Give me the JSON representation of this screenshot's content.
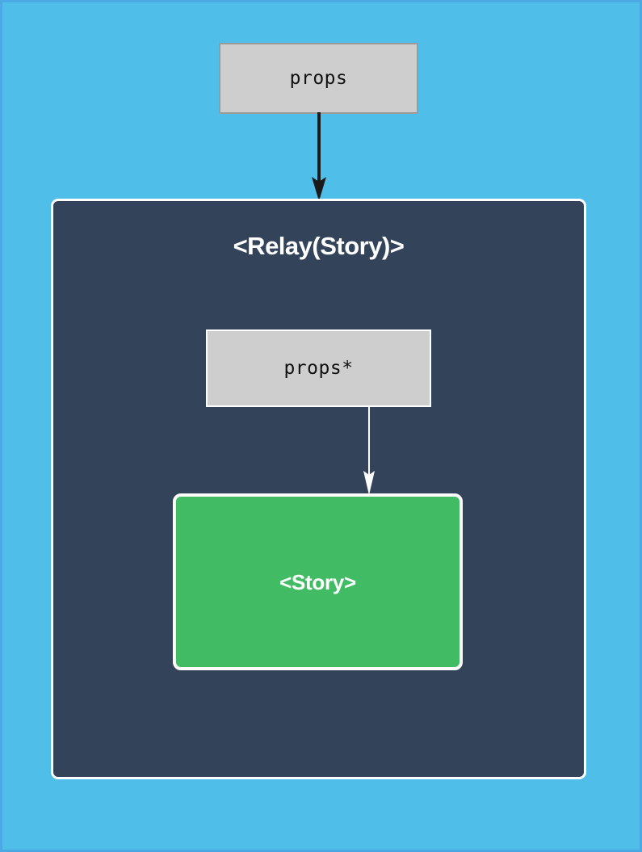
{
  "diagram": {
    "type": "component-hierarchy",
    "background_color": "#4FBEE8",
    "border_color": "#4CA8E2",
    "title": "Relay Story component props flow",
    "nodes": [
      {
        "id": "props-outer",
        "label": "props",
        "shape": "rectangle",
        "fill_color": "#CECECE",
        "border_color": "#9A9A9A",
        "text_color": "#111111",
        "font": "monospace"
      },
      {
        "id": "relay-container",
        "label": "<Relay(Story)>",
        "shape": "rounded-rectangle",
        "fill_color": "#33435A",
        "border_color": "#FFFFFF",
        "text_color": "#FFFFFF",
        "font": "sans-serif-bold"
      },
      {
        "id": "props-inner",
        "label": "props*",
        "shape": "rectangle",
        "fill_color": "#CECECE",
        "border_color": "#FFFFFF",
        "text_color": "#111111",
        "font": "monospace"
      },
      {
        "id": "story-box",
        "label": "<Story>",
        "shape": "rounded-rectangle",
        "fill_color": "#42BC64",
        "border_color": "#FFFFFF",
        "text_color": "#FFFFFF",
        "font": "sans-serif-bold"
      }
    ],
    "edges": [
      {
        "id": "arrow-outer",
        "from": "props-outer",
        "to": "relay-container",
        "color": "#1A1A1A",
        "style": "solid-thick",
        "arrowhead": "filled-triangle"
      },
      {
        "id": "arrow-inner",
        "from": "props-inner",
        "to": "story-box",
        "color": "#FFFFFF",
        "style": "solid-thin",
        "arrowhead": "filled-triangle"
      }
    ]
  }
}
